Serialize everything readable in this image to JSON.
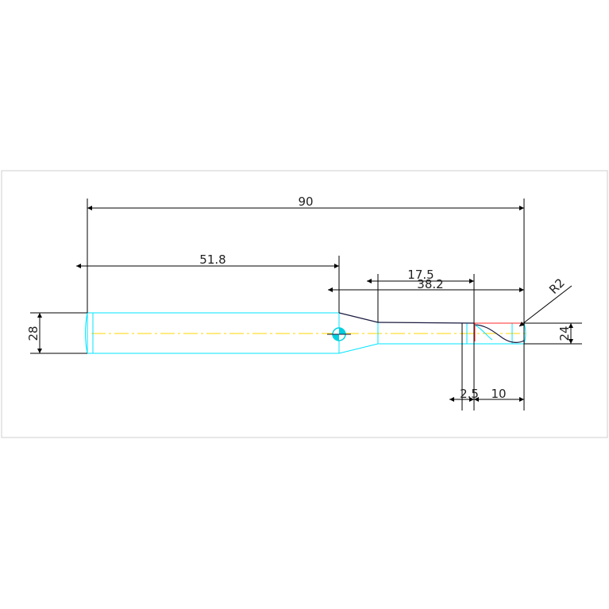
{
  "drawing": {
    "colors": {
      "background": "#ffffff",
      "frame": "#cfcfcf",
      "part_outline": "#00e5ff",
      "centerline": "#ffd400",
      "dimension": "#000000",
      "accent_red": "#ff2a2a",
      "hatch": "#00d0e0"
    },
    "dimensions": {
      "overall_length": "90",
      "shank_length": "51.8",
      "tip_section_length": "38.2",
      "neck_length": "17.5",
      "shank_diameter": "28",
      "tip_diameter": "24",
      "tip_radius": "R2",
      "flute_offset": "2.5",
      "flute_length": "10"
    }
  }
}
